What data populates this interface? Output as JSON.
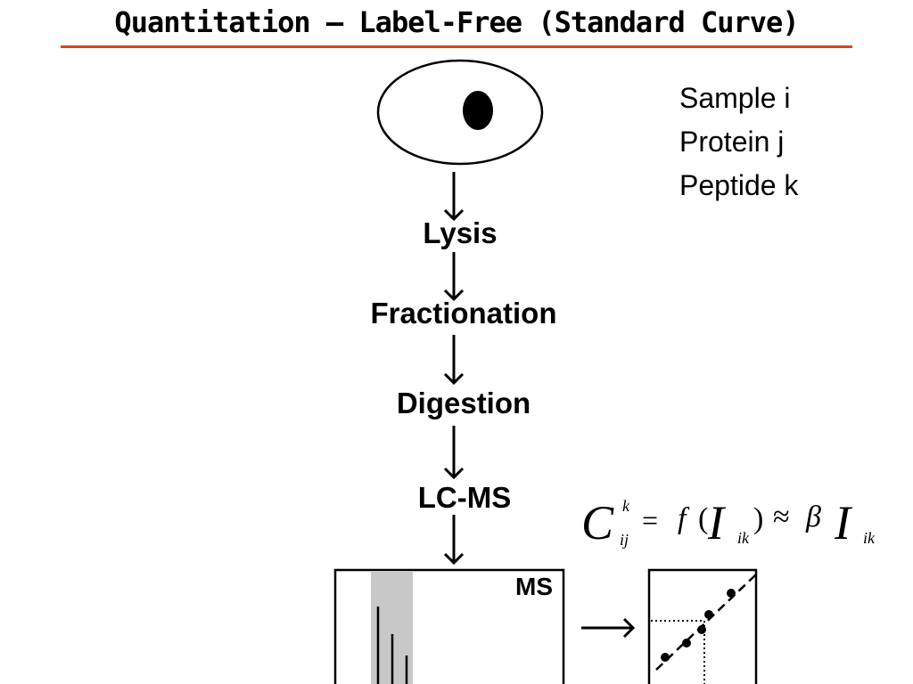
{
  "title": "Quantitation – Label-Free (Standard Curve)",
  "legend": {
    "line1": "Sample i",
    "line2": "Protein j",
    "line3": "Peptide k"
  },
  "steps": {
    "lysis": "Lysis",
    "fractionation": "Fractionation",
    "digestion": "Digestion",
    "lcms": "LC-MS"
  },
  "ms_panel": {
    "label": "MS"
  },
  "equation": {
    "C": "C",
    "sup_k": "k",
    "sub_ij": "ij",
    "equals": "=",
    "f": "f",
    "lparen": "(",
    "I": "I",
    "sub_ik": "ik",
    "rparen": ")",
    "approx": "≈",
    "beta": "β"
  },
  "colors": {
    "title_rule": "#d9441c",
    "peak_highlight": "#c8c8c8",
    "ink": "#000000"
  }
}
